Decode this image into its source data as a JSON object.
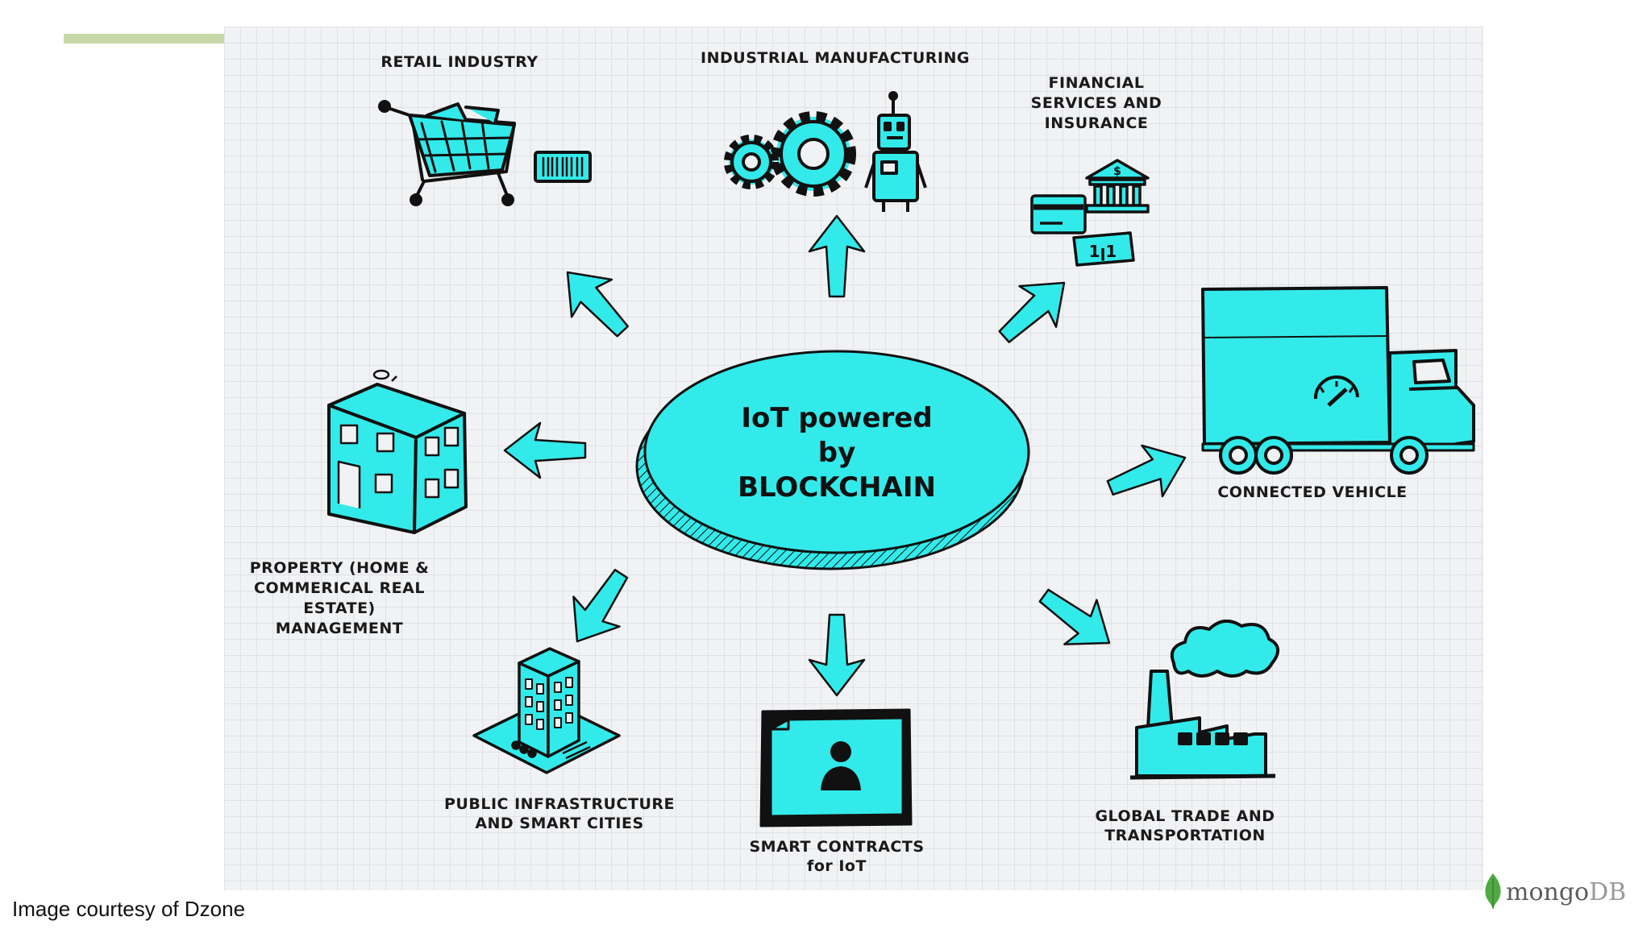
{
  "hub": {
    "line1": "IoT powered",
    "line2": "by",
    "line3": "BLOCKCHAIN"
  },
  "nodes": {
    "retail": {
      "label": [
        "RETAIL INDUSTRY"
      ],
      "icon": "shopping-cart-icon"
    },
    "manufacturing": {
      "label": [
        "INDUSTRIAL MANUFACTURING"
      ],
      "icon": "gears-robot-icon"
    },
    "financial": {
      "label": [
        "FINANCIAL",
        "SERVICES AND",
        "INSURANCE"
      ],
      "icon": "bank-card-icon"
    },
    "vehicle": {
      "label": [
        "CONNECTED VEHICLE"
      ],
      "icon": "truck-icon"
    },
    "trade": {
      "label": [
        "GLOBAL TRADE AND",
        "TRANSPORTATION"
      ],
      "icon": "factory-icon"
    },
    "contracts": {
      "label": [
        "SMART CONTRACTS",
        "for IoT"
      ],
      "icon": "contract-document-icon"
    },
    "infrastructure": {
      "label": [
        "PUBLIC INFRASTRUCTURE",
        "AND SMART CITIES"
      ],
      "icon": "city-building-icon"
    },
    "property": {
      "label": [
        "PROPERTY (HOME &",
        "COMMERICAL REAL",
        "ESTATE)",
        "MANAGEMENT"
      ],
      "icon": "house-building-icon"
    }
  },
  "caption": "Image courtesy of Dzone",
  "logo": {
    "text_main": "mongo",
    "text_db": "DB",
    "icon": "leaf-icon"
  },
  "colors": {
    "accent_cyan": "#33eaea",
    "outline": "#111111",
    "grid_bg": "#f1f2f4",
    "accent_bar": "#c6d8a9",
    "logo_leaf": "#4faa41"
  }
}
